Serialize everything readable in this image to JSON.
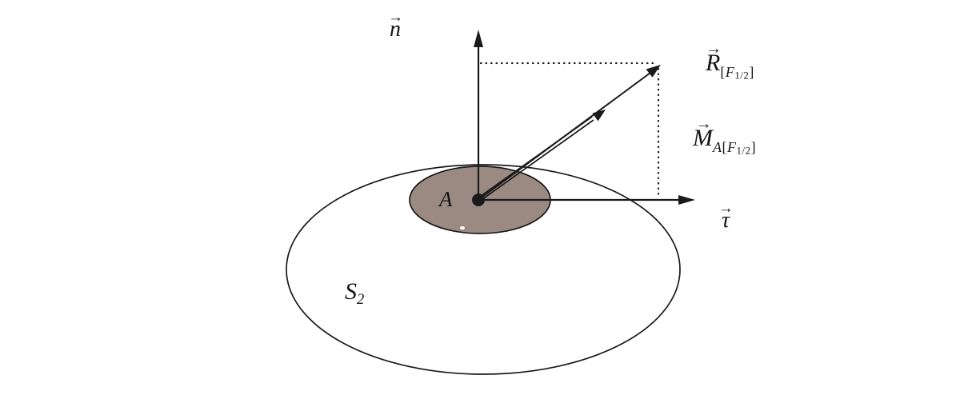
{
  "figure": {
    "background": "#ffffff",
    "line_color": "#1a1a1a",
    "patch_fill": "#9a8a81"
  },
  "labels": {
    "normal_vector": "n",
    "tangent_vector": "τ",
    "point": "A",
    "surface": {
      "main": "S",
      "sub": "2"
    },
    "resultant": {
      "main": "R",
      "sub_open": "[",
      "sub_symbol": "F",
      "sub_fraction": "1/2",
      "sub_close": "]"
    },
    "moment": {
      "main": "M",
      "sub_point": "A",
      "sub_open": "[",
      "sub_symbol": "F",
      "sub_fraction": "1/2",
      "sub_close": "]"
    }
  }
}
